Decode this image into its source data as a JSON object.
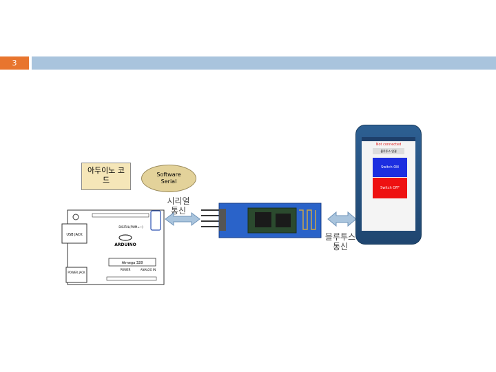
{
  "slide": {
    "number": "3"
  },
  "callout": {
    "line1": "아두이노 코",
    "line2": "드"
  },
  "oval": {
    "line1": "Software",
    "line2": "Serial"
  },
  "serial_label": {
    "line1": "시리얼",
    "line2": "통신"
  },
  "bt_label": {
    "line1": "블루투스",
    "line2": "통신"
  },
  "arduino": {
    "usb": "USB JACK",
    "power": "POWER JACK",
    "brand": "ARDUINO",
    "chip": "Atmega 328",
    "digital": "DIGITAL(PWM=~)",
    "analog": "ANALOG IN",
    "power_hdr": "POWER"
  },
  "phone": {
    "status": "Not connected",
    "bt_button": "블루투스 연결",
    "switch_on": "Switch ON",
    "switch_off": "Switch OFF"
  },
  "colors": {
    "accent": "#e8752e",
    "title_bar": "#a9c4dd",
    "on": "#1c2ee0",
    "off": "#ee1111"
  }
}
